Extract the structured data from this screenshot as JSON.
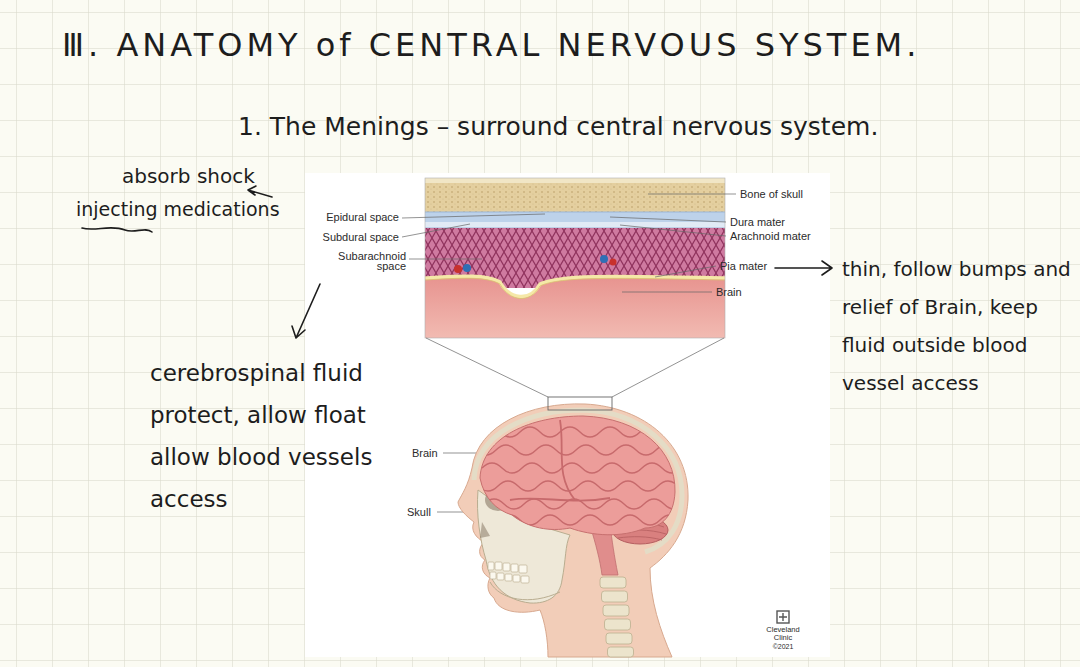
{
  "diagram": {
    "title": "Ⅲ. ANATOMY of CENTRAL NERVOUS SYSTEM.",
    "labels": [
      "1. The Menings – surround central nervous system.",
      "absorb shock",
      "injecting medications",
      "Epidural space",
      "Subdural space",
      "Subarachnoid space",
      "Bone of skull",
      "Dura mater",
      "Arachnoid mater",
      "Pia mater",
      "Brain",
      "cerebrospinal fluid protect, allow float allow blood vessels access",
      "thin, follow bumps and relief of Brain, keep fluid outside blood vessel access",
      "Brain",
      "Skull",
      "Cleveland Clinic",
      "©2021"
    ]
  }
}
